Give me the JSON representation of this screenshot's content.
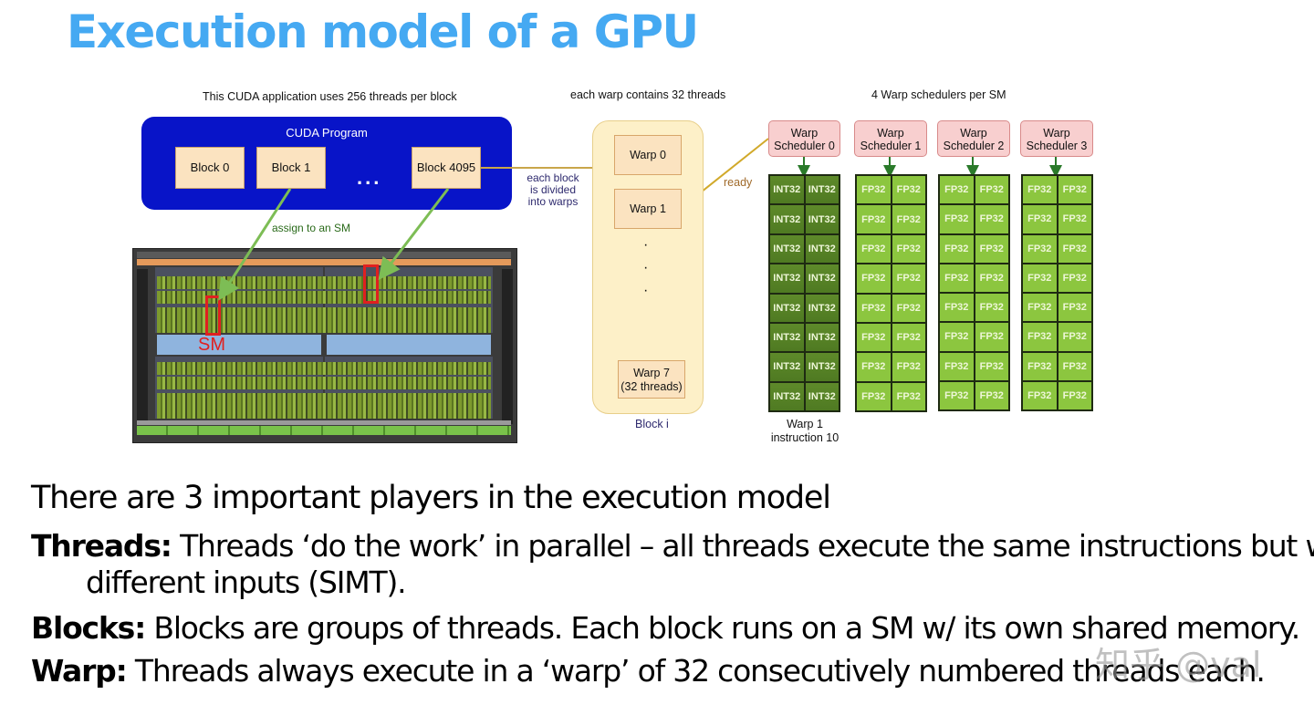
{
  "title": "Execution model of a GPU",
  "diagram": {
    "caption_threads_per_block": "This CUDA application uses 256 threads per block",
    "caption_warp_threads": "each warp contains 32 threads",
    "caption_schedulers": "4 Warp schedulers per SM",
    "cuda_program": {
      "title": "CUDA Program",
      "blocks": [
        "Block 0",
        "Block 1",
        "Block 4095"
      ],
      "ellipsis": "..."
    },
    "assign_label": "assign to an SM",
    "sm_label": "SM",
    "divide_label": [
      "each block",
      "is divided",
      "into warps"
    ],
    "ready_label": "ready",
    "block_i": {
      "label": "Block i",
      "warps": [
        "Warp 0",
        "Warp 1"
      ],
      "last_warp": [
        "Warp 7",
        "(32 threads)"
      ],
      "dots": [
        "·",
        "·",
        "·"
      ]
    },
    "schedulers": [
      {
        "line1": "Warp",
        "line2": "Scheduler 0",
        "unit": "INT32"
      },
      {
        "line1": "Warp",
        "line2": "Scheduler 1",
        "unit": "FP32"
      },
      {
        "line1": "Warp",
        "line2": "Scheduler 2",
        "unit": "FP32"
      },
      {
        "line1": "Warp",
        "line2": "Scheduler 3",
        "unit": "FP32"
      }
    ],
    "rows_per_column": 8,
    "instruction_label": [
      "Warp 1",
      "instruction 10"
    ]
  },
  "body": {
    "intro": "There are 3 important players in the execution model",
    "items": [
      {
        "term": "Threads:",
        "text": "Threads ‘do the work’ in parallel – all threads execute the same instructions but with",
        "cont": "different inputs (SIMT)."
      },
      {
        "term": "Blocks:",
        "text": "Blocks are groups of threads. Each block runs on a SM w/ its own shared memory."
      },
      {
        "term": "Warp:",
        "text": "Threads always execute in a ‘warp’ of 32 consecutively numbered threads each."
      }
    ]
  },
  "watermark": "知乎 @val",
  "colors": {
    "title": "#45a9f2",
    "cuda_program_bg": "#0814c8",
    "int32": "#5e8a2a",
    "fp32": "#8cc63f",
    "sm_highlight": "#e02020"
  }
}
